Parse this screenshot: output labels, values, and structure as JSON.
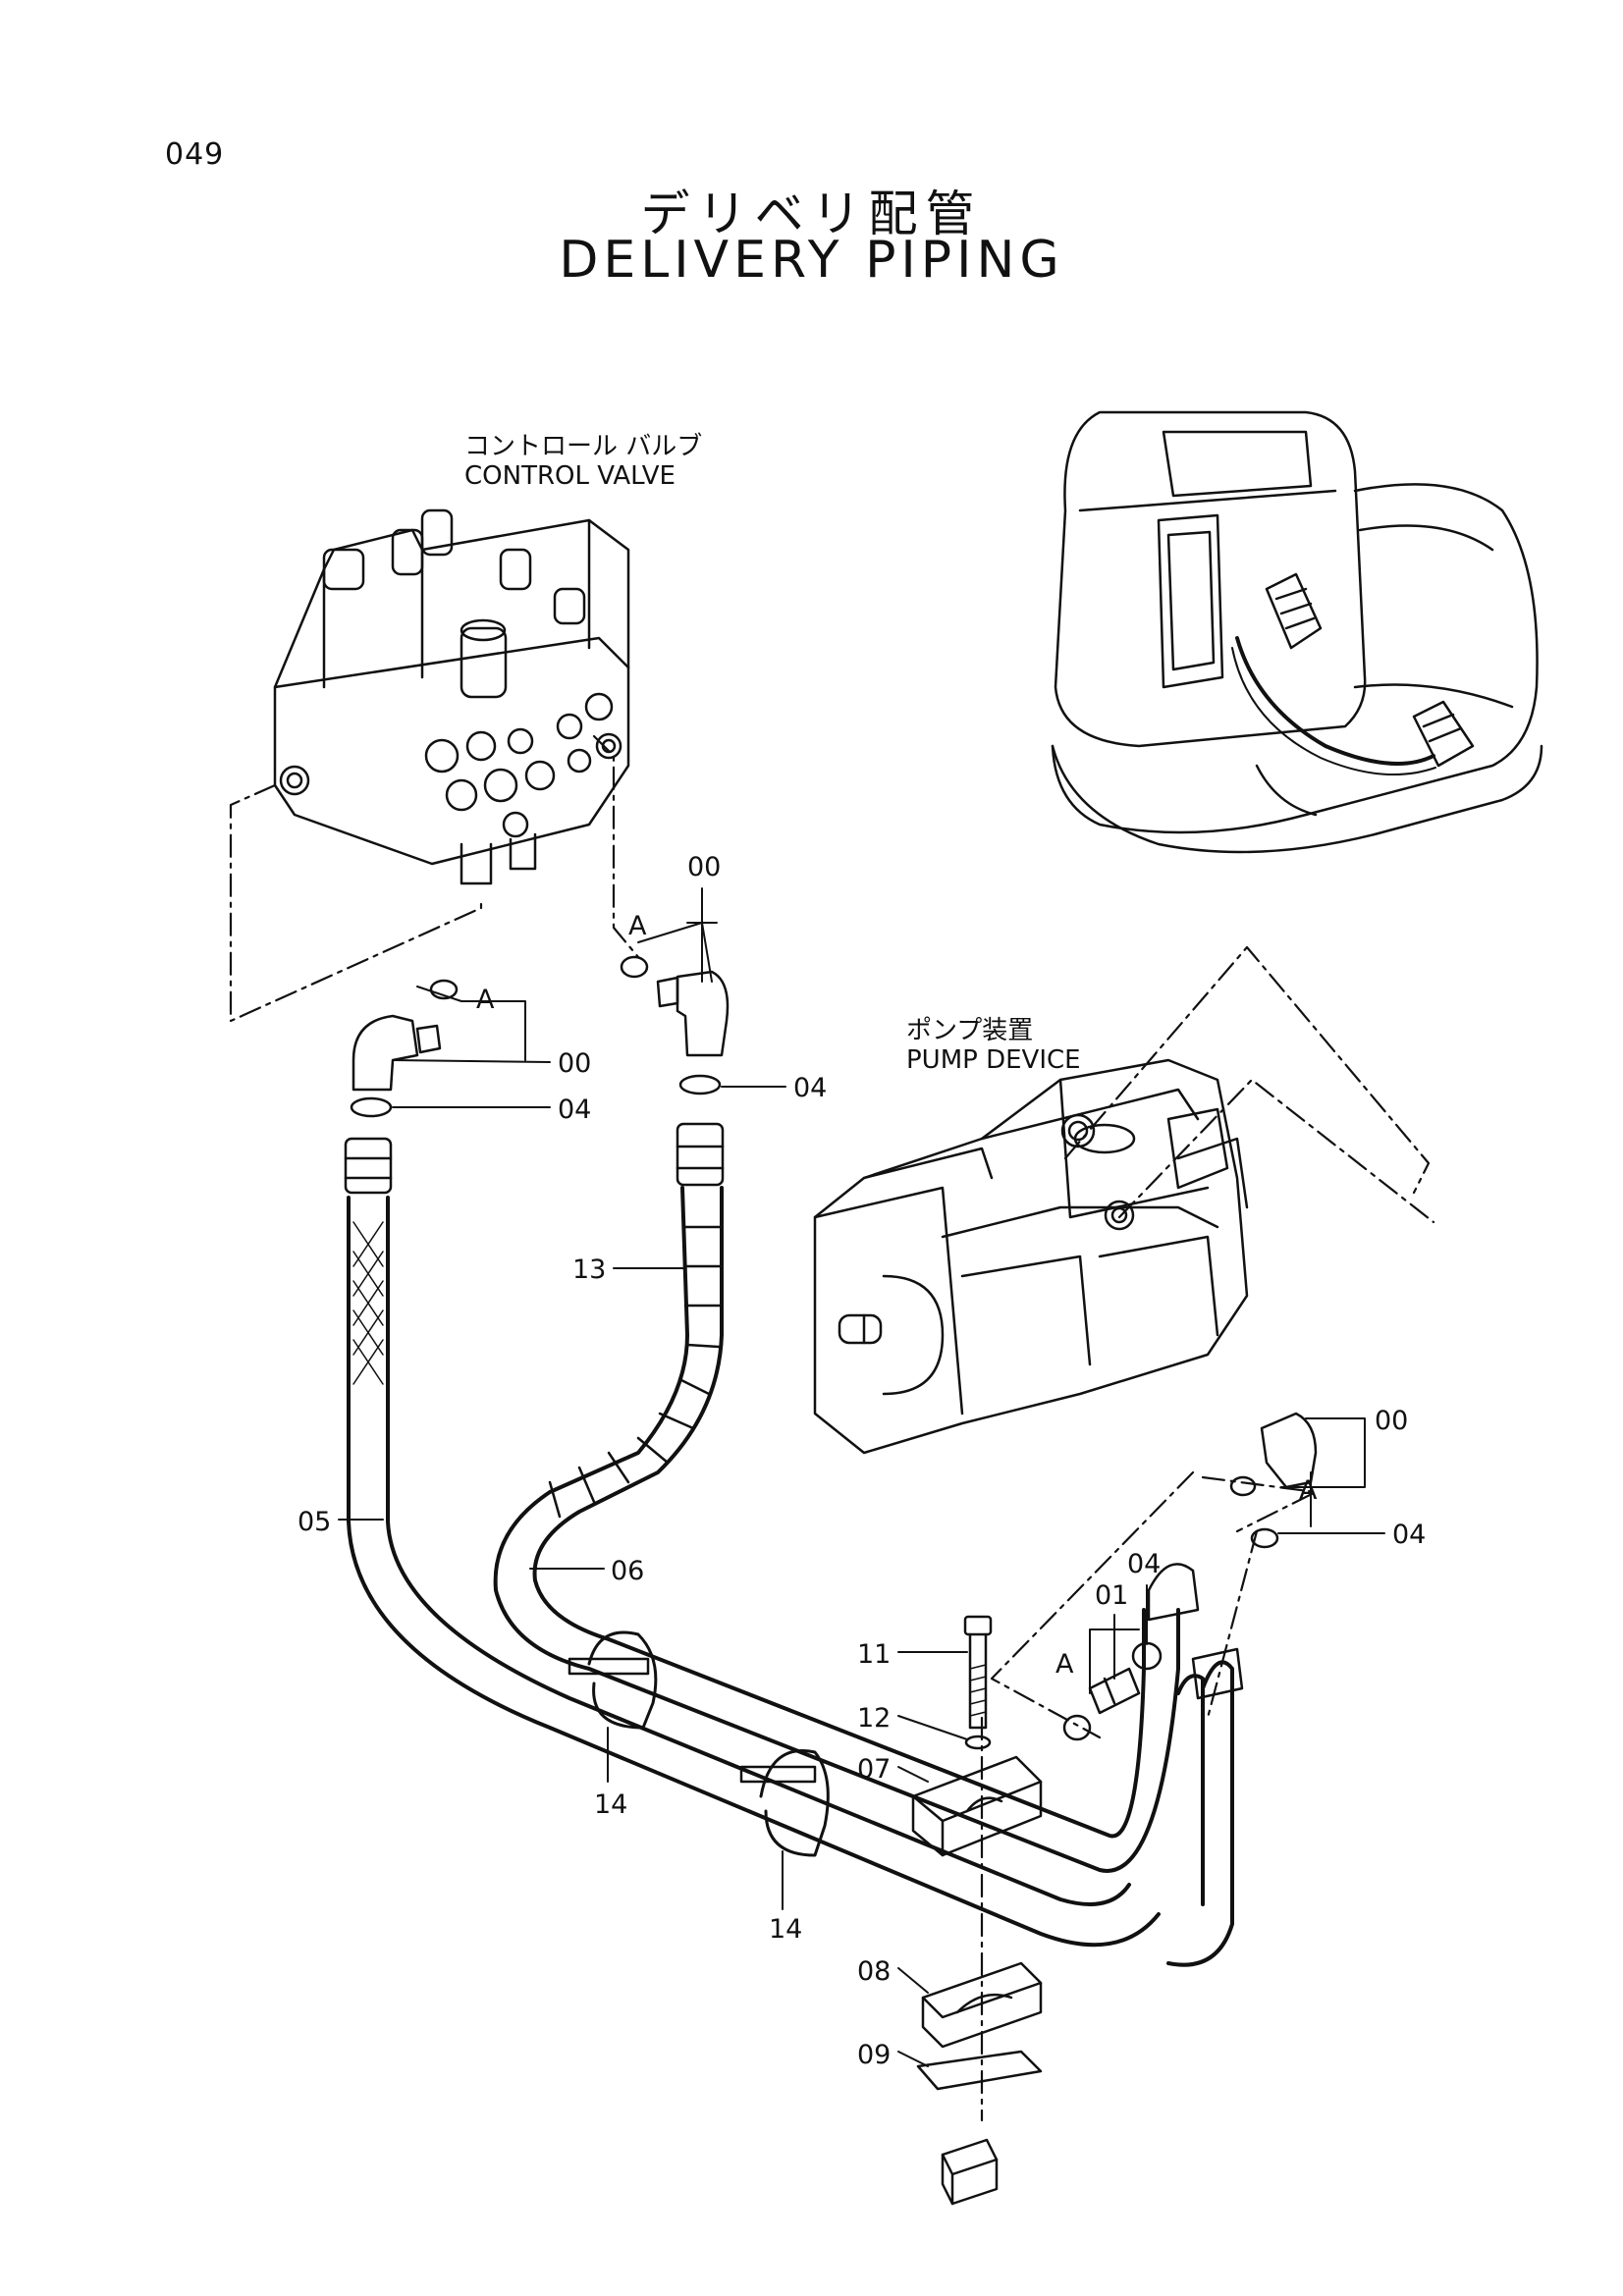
{
  "page": {
    "number": "049"
  },
  "title": {
    "ja": "デリベリ配管",
    "en": "DELIVERY PIPING"
  },
  "components": {
    "control_valve": {
      "ja": "コントロール バルブ",
      "en": "CONTROL VALVE"
    },
    "pump_device": {
      "ja": "ポンプ装置",
      "en": "PUMP DEVICE"
    }
  },
  "callouts": {
    "top_left_fitting": "00",
    "top_right_fitting": "00",
    "left_oring": "04",
    "right_oring": "04",
    "hose_upper": "13",
    "hose_05": "05",
    "hose_06": "06",
    "pump_fitting": "00",
    "pump_oring_lower": "04",
    "pump_oring_upper": "04",
    "pump_adapter": "01",
    "bolt": "11",
    "washer": "12",
    "clamp_upper": "07",
    "band_left": "14",
    "band_right": "14",
    "clamp_lower": "08",
    "plate": "09",
    "detail_a": "A"
  }
}
